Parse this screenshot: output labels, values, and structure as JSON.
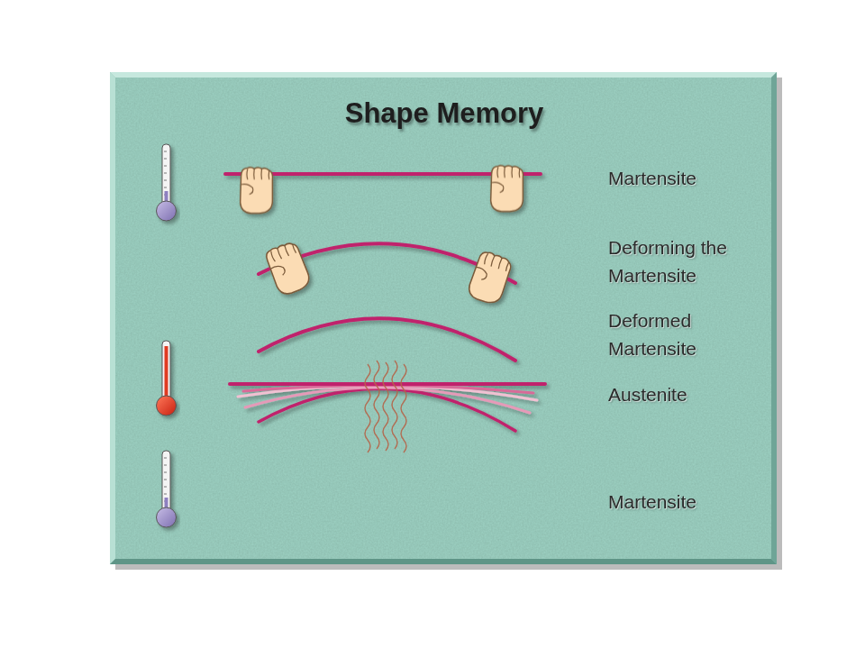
{
  "diagram": {
    "title": "Shape Memory",
    "labels": [
      "Martensite",
      "Deforming the Martensite",
      "Deformed Martensite",
      "Austenite",
      "Martensite"
    ]
  }
}
